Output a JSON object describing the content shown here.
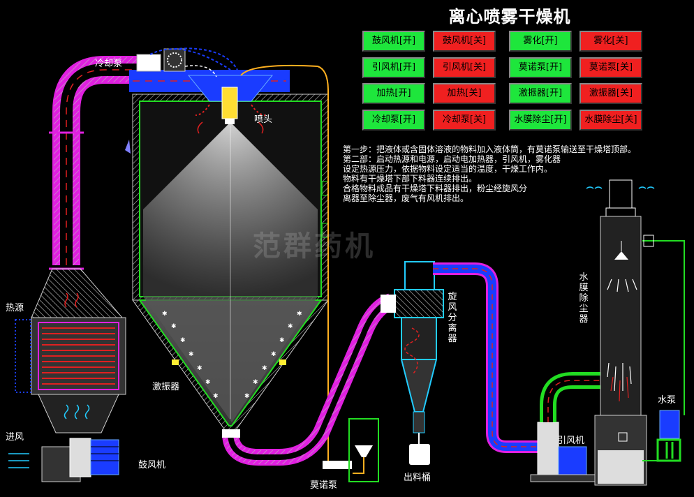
{
  "title": "离心喷雾干燥机",
  "buttons": {
    "fan_on": "鼓风机[开]",
    "fan_off": "鼓风机[关]",
    "atom_on": "雾化[开]",
    "atom_off": "雾化[关]",
    "draft_on": "引风机[开]",
    "draft_off": "引风机[关]",
    "mono_on": "莫诺泵[开]",
    "mono_off": "莫诺泵[关]",
    "heat_on": "加热[开]",
    "heat_off": "加热[关]",
    "vib_on": "激振器[开]",
    "vib_off": "激振器[关]",
    "cool_on": "冷却泵[开]",
    "cool_off": "冷却泵[关]",
    "wet_on": "水膜除尘[开]",
    "wet_off": "水膜除尘[关]"
  },
  "steps": [
    "第一步：把液体或含固体溶液的物料加入液体筒，有莫诺泵输送至干燥塔顶部。",
    "第二部：启动热源和电源，启动电加热器，引风机，雾化器",
    "设定热源压力，依据物料设定适当的温度，干燥工作内。",
    "物料有干燥塔下部下料器连续排出。",
    "合格物料成品有干燥塔下料器排出，粉尘经旋风分",
    "离器至除尘器，废气有风机排出。"
  ],
  "labels": {
    "cooling_pump": "冷却泵",
    "nozzle": "喷头",
    "heat_source": "热源",
    "air_inlet": "进风",
    "blower": "鼓风机",
    "vibrator": "激振器",
    "mono_pump": "莫诺泵",
    "discharge": "出料桶",
    "cyclone": "旋风分离器",
    "draft_fan": "引风机",
    "wet_scrubber": "水膜除尘器",
    "water_pump": "水泵"
  },
  "watermark": "范群药机",
  "colors": {
    "on": "#1ee63c",
    "off": "#f02020",
    "duct_magenta": "#e020e0",
    "duct_blue": "#1a3cff",
    "frame_green": "#22dd22",
    "hot_red": "#e02020",
    "feed_orange": "#ffb020"
  }
}
